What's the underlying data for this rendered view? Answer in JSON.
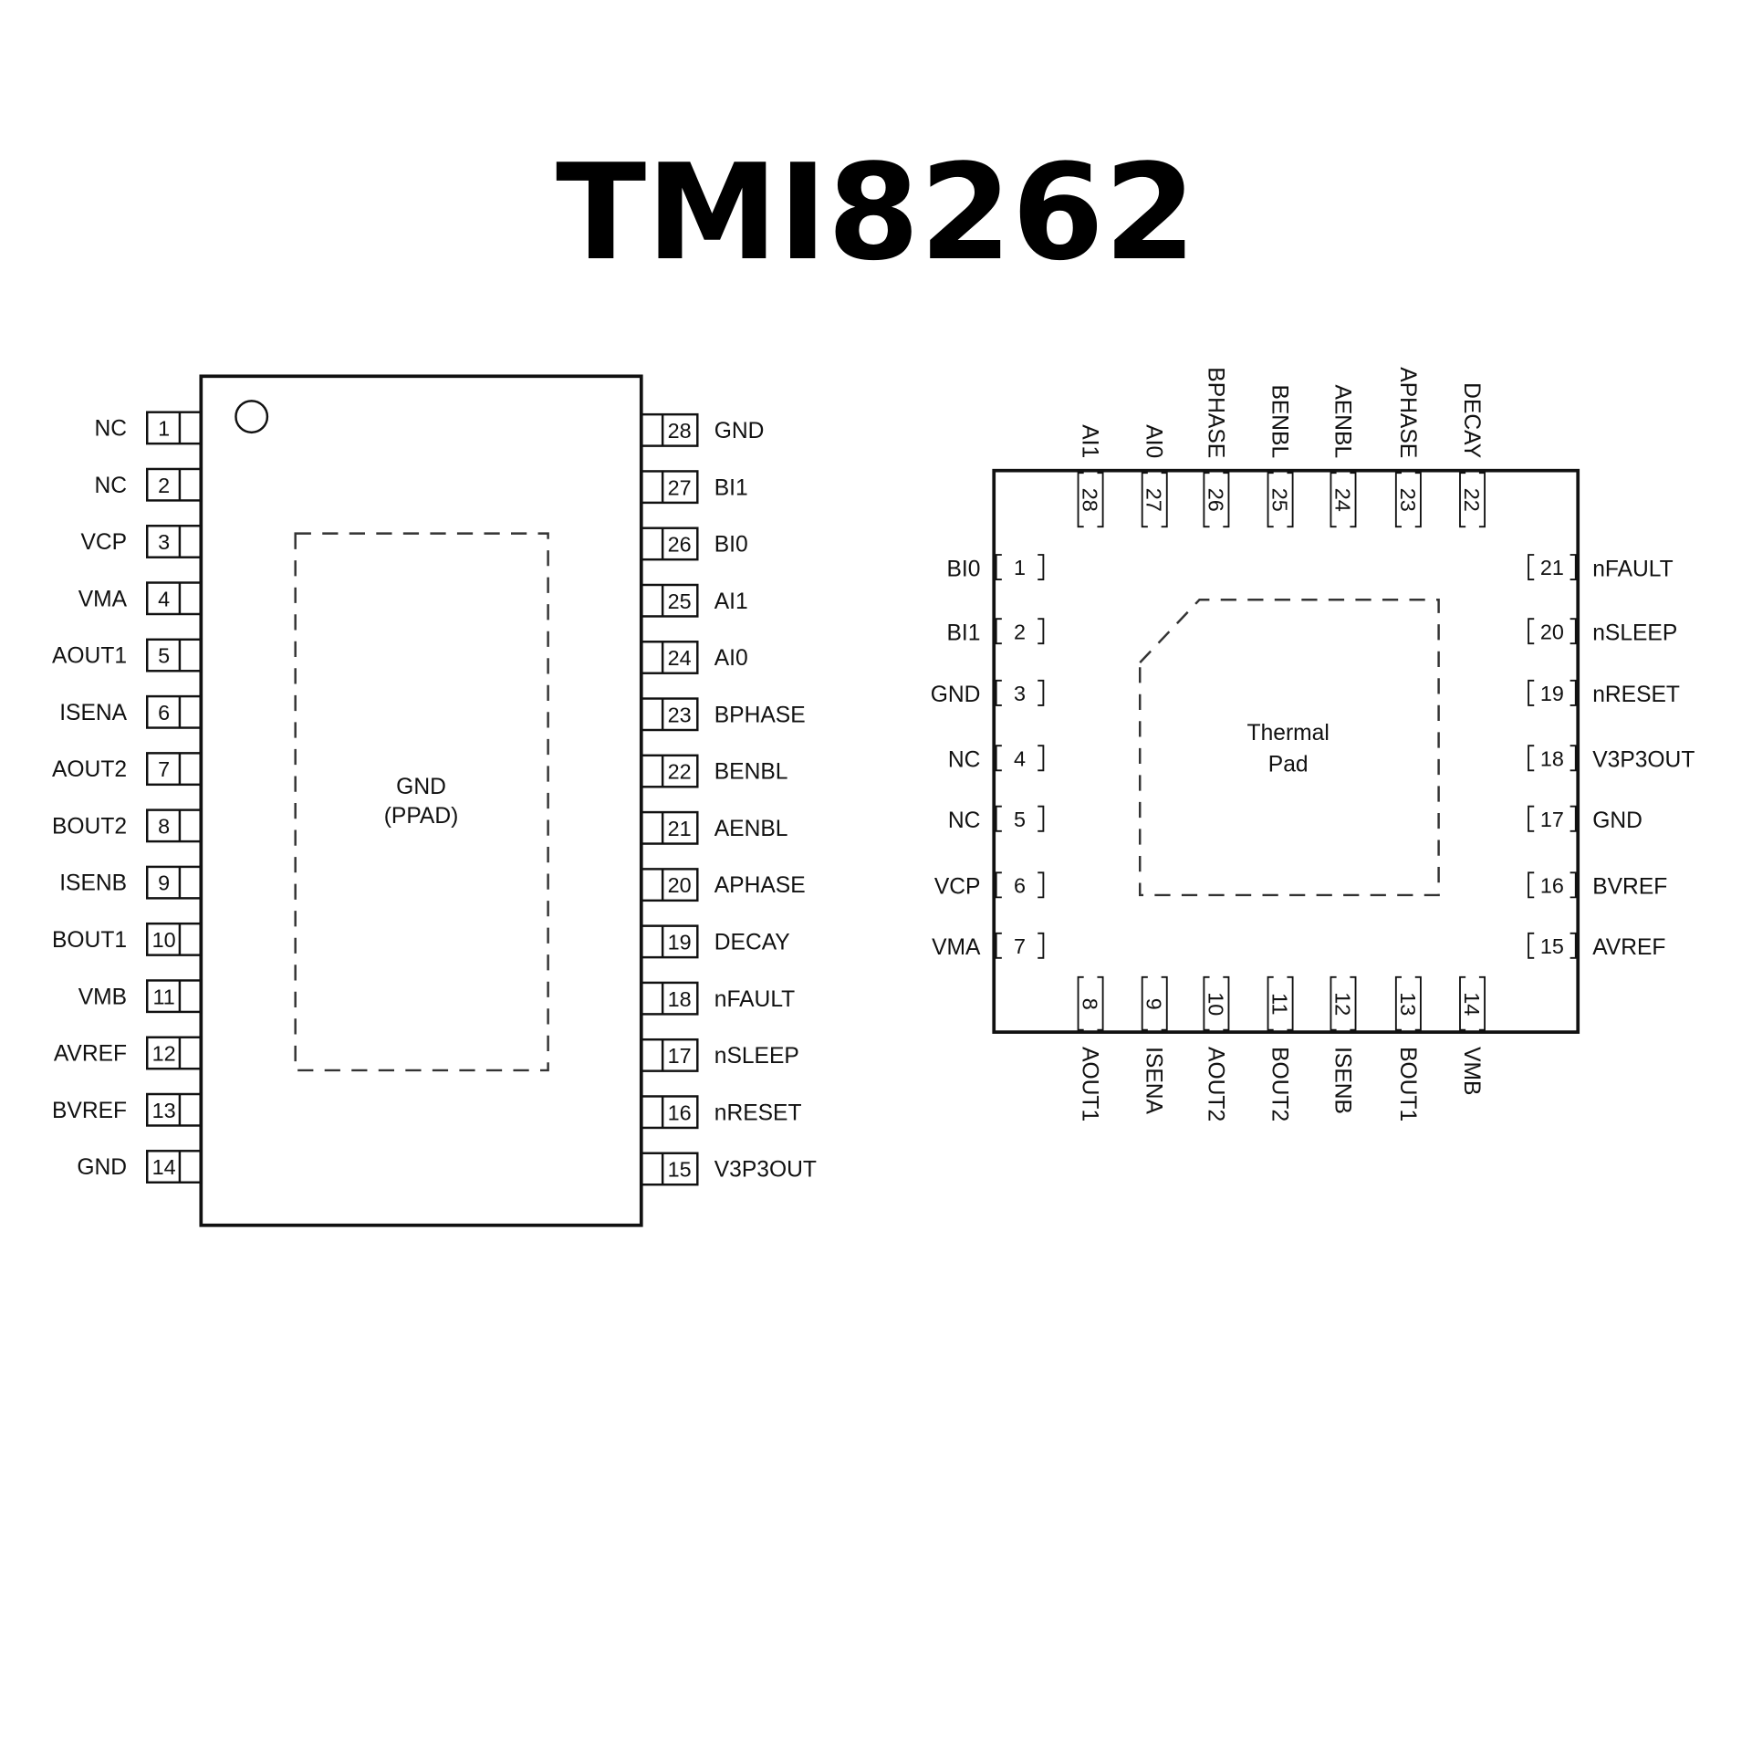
{
  "title": "TMI8262",
  "tssop": {
    "pad_label": "GND",
    "pad_sublabel": "(PPAD)",
    "left_pins": [
      {
        "num": "1",
        "name": "NC"
      },
      {
        "num": "2",
        "name": "NC"
      },
      {
        "num": "3",
        "name": "VCP"
      },
      {
        "num": "4",
        "name": "VMA"
      },
      {
        "num": "5",
        "name": "AOUT1"
      },
      {
        "num": "6",
        "name": "ISENA"
      },
      {
        "num": "7",
        "name": "AOUT2"
      },
      {
        "num": "8",
        "name": "BOUT2"
      },
      {
        "num": "9",
        "name": "ISENB"
      },
      {
        "num": "10",
        "name": "BOUT1"
      },
      {
        "num": "11",
        "name": "VMB"
      },
      {
        "num": "12",
        "name": "AVREF"
      },
      {
        "num": "13",
        "name": "BVREF"
      },
      {
        "num": "14",
        "name": "GND"
      }
    ],
    "right_pins": [
      {
        "num": "28",
        "name": "GND"
      },
      {
        "num": "27",
        "name": "BI1"
      },
      {
        "num": "26",
        "name": "BI0"
      },
      {
        "num": "25",
        "name": "AI1"
      },
      {
        "num": "24",
        "name": "AI0"
      },
      {
        "num": "23",
        "name": "BPHASE"
      },
      {
        "num": "22",
        "name": "BENBL"
      },
      {
        "num": "21",
        "name": "AENBL"
      },
      {
        "num": "20",
        "name": "APHASE"
      },
      {
        "num": "19",
        "name": "DECAY"
      },
      {
        "num": "18",
        "name": "nFAULT"
      },
      {
        "num": "17",
        "name": "nSLEEP"
      },
      {
        "num": "16",
        "name": "nRESET"
      },
      {
        "num": "15",
        "name": "V3P3OUT"
      }
    ]
  },
  "qfn": {
    "pad_label": "Thermal",
    "pad_sublabel": "Pad",
    "left_pins": [
      {
        "num": "1",
        "name": "BI0"
      },
      {
        "num": "2",
        "name": "BI1"
      },
      {
        "num": "3",
        "name": "GND"
      },
      {
        "num": "4",
        "name": "NC"
      },
      {
        "num": "5",
        "name": "NC"
      },
      {
        "num": "6",
        "name": "VCP"
      },
      {
        "num": "7",
        "name": "VMA"
      }
    ],
    "bottom_pins": [
      {
        "num": "8",
        "name": "AOUT1"
      },
      {
        "num": "9",
        "name": "ISENA"
      },
      {
        "num": "10",
        "name": "AOUT2"
      },
      {
        "num": "11",
        "name": "BOUT2"
      },
      {
        "num": "12",
        "name": "ISENB"
      },
      {
        "num": "13",
        "name": "BOUT1"
      },
      {
        "num": "14",
        "name": "VMB"
      }
    ],
    "right_pins": [
      {
        "num": "21",
        "name": "nFAULT"
      },
      {
        "num": "20",
        "name": "nSLEEP"
      },
      {
        "num": "19",
        "name": "nRESET"
      },
      {
        "num": "18",
        "name": "V3P3OUT"
      },
      {
        "num": "17",
        "name": "GND"
      },
      {
        "num": "16",
        "name": "BVREF"
      },
      {
        "num": "15",
        "name": "AVREF"
      }
    ],
    "top_pins": [
      {
        "num": "28",
        "name": "AI1"
      },
      {
        "num": "27",
        "name": "AI0"
      },
      {
        "num": "26",
        "name": "BPHASE"
      },
      {
        "num": "25",
        "name": "BENBL"
      },
      {
        "num": "24",
        "name": "AENBL"
      },
      {
        "num": "23",
        "name": "APHASE"
      },
      {
        "num": "22",
        "name": "DECAY"
      }
    ]
  }
}
